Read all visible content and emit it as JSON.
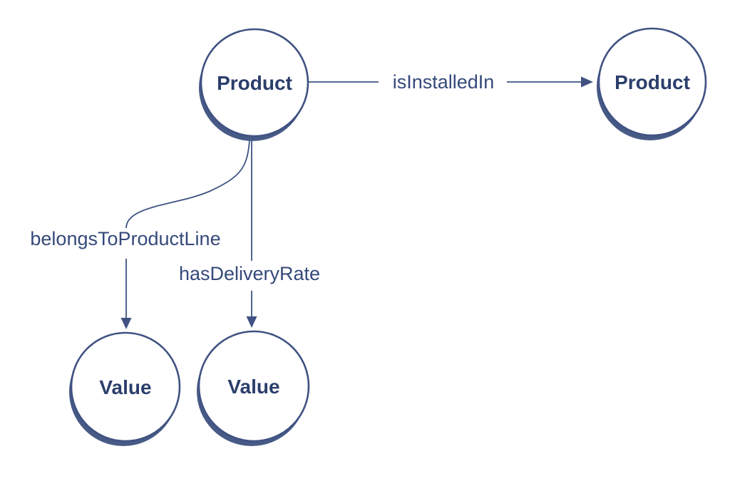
{
  "colors": {
    "edge": "#3f5282",
    "node_stroke": "#3f5282",
    "node_shadow": "#475a86",
    "node_label_text": "#2b3e6b",
    "edge_label_text": "#35497a",
    "background": "#ffffff"
  },
  "diagram": {
    "type": "ontology-graph",
    "nodes": [
      {
        "id": "product-1",
        "label": "Product"
      },
      {
        "id": "product-2",
        "label": "Product"
      },
      {
        "id": "value-1",
        "label": "Value"
      },
      {
        "id": "value-2",
        "label": "Value"
      }
    ],
    "edges": [
      {
        "id": "isInstalledIn",
        "label": "isInstalledIn",
        "from": "product-1",
        "to": "product-2"
      },
      {
        "id": "belongsToProductLine",
        "label": "belongsToProductLine",
        "from": "product-1",
        "to": "value-1"
      },
      {
        "id": "hasDeliveryRate",
        "label": "hasDeliveryRate",
        "from": "product-1",
        "to": "value-2"
      }
    ]
  }
}
